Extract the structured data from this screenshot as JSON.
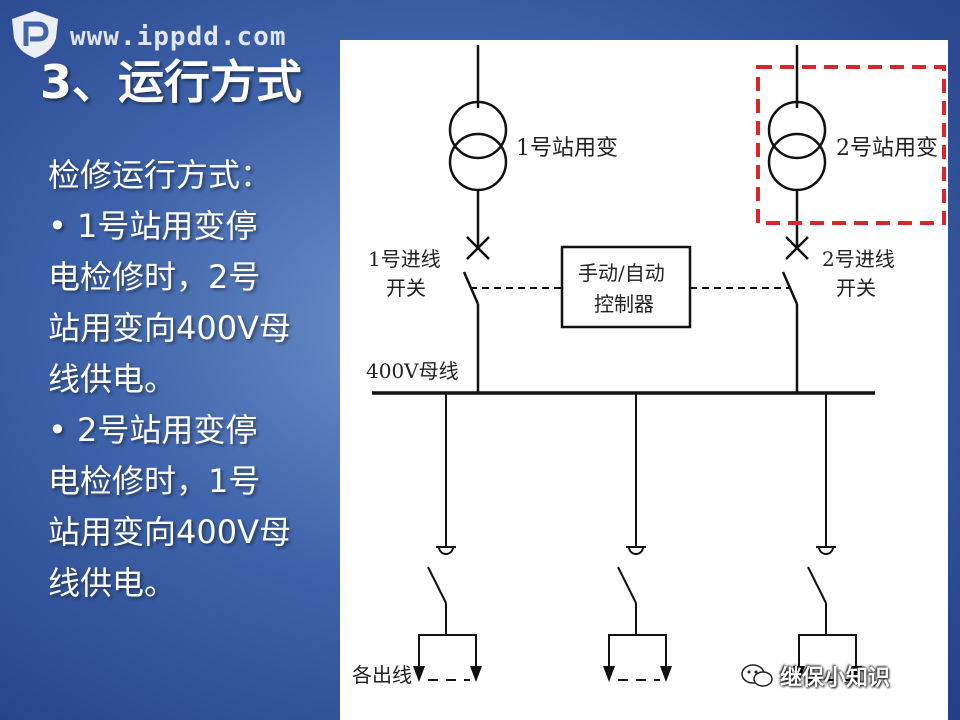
{
  "header": {
    "watermark": "www.ippdd.com",
    "title": "3、运行方式"
  },
  "body": {
    "heading": "检修运行方式：",
    "lines": [
      "• 1号站用变停",
      "电检修时，2号",
      "站用变向400V母",
      "线供电。",
      "• 2号站用变停",
      "电检修时，1号",
      "站用变向400V母",
      "线供电。"
    ]
  },
  "diagram": {
    "transformer1": "1号站用变",
    "transformer2": "2号站用变",
    "switch1_line1": "1号进线",
    "switch1_line2": "开关",
    "switch2_line1": "2号进线",
    "switch2_line2": "开关",
    "controller_line1": "手动/自动",
    "controller_line2": "控制器",
    "bus_label": "400V母线",
    "outgoing_label": "各出线",
    "highlight_color": "#d9262c"
  },
  "footer": {
    "wechat_text": "继保小知识"
  }
}
